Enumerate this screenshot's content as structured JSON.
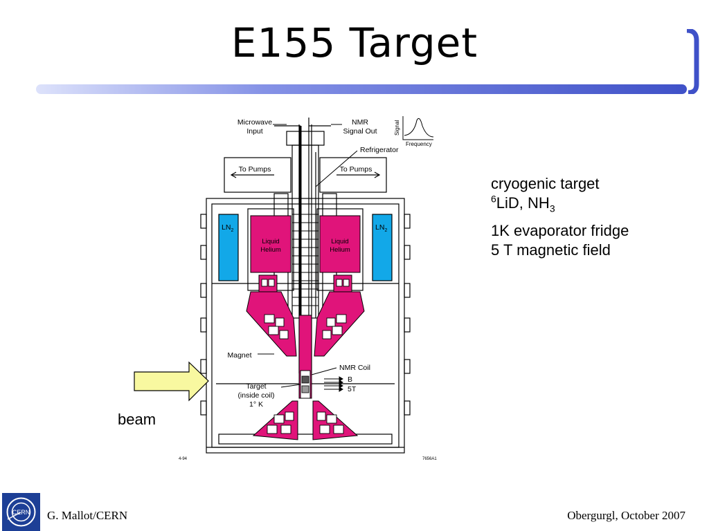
{
  "slide": {
    "title": "E155 Target",
    "bullets": {
      "line1": "cryogenic target",
      "line2": {
        "sup": "6",
        "text": "LiD, NH",
        "sub": "3"
      },
      "line3": "1K  evaporator fridge",
      "line4": "5 T magnetic field"
    },
    "beam_label": "beam"
  },
  "diagram": {
    "microwave_input": [
      "Microwave",
      "Input"
    ],
    "nmr_signal_out": [
      "NMR",
      "Signal Out"
    ],
    "signal_axis": "Signal",
    "frequency_axis": "Frequency",
    "refrigerator": "Refrigerator",
    "to_pumps_left": "To Pumps",
    "to_pumps_right": "To Pumps",
    "ln2_left": "LN",
    "ln2_right": "LN",
    "ln2_sub": "2",
    "liquid_helium": [
      "Liquid",
      "Helium"
    ],
    "magnet": "Magnet",
    "nmr_coil": "NMR Coil",
    "b_label": "B",
    "field_5t": "5T",
    "target": [
      "Target",
      "(inside coil)",
      "1° K"
    ],
    "code_left": "4-94",
    "code_right": "7656A1"
  },
  "footer": {
    "left": "G. Mallot/CERN",
    "right": "Obergurgl,  October 2007",
    "logo_text": "CERN"
  },
  "colors": {
    "accent_blue": "#3f51c8",
    "magenta": "#e0147a",
    "ln2_blue": "#12a8e8",
    "beam_arrow": "#f8f8a0"
  }
}
